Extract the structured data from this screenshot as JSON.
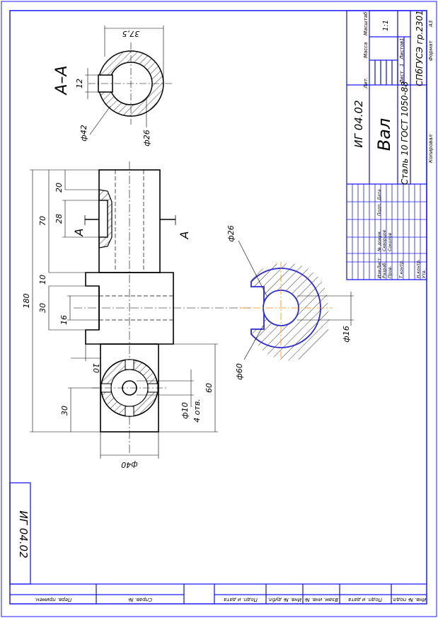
{
  "title_block": {
    "designation": "ИГ 04.02",
    "part_name": "Вал",
    "material": "Сталь 10 ГОСТ 1050-88",
    "organization": "СПбГУСЭ гр.2301",
    "col_lit": "Лит.",
    "col_mass": "Масса",
    "col_scale": "Масштаб",
    "scale_value": "1:1",
    "sheet_label": "Лист",
    "sheet_num": "1",
    "sheets_label": "Листов",
    "sheets_num": "1",
    "rows": [
      "Изм.",
      "Лист",
      "№ докум.",
      "Подп.",
      "Дата",
      "Разраб.",
      "Пров.",
      "Т.контр.",
      "Н.контр.",
      "Утв."
    ],
    "developer": "Скворцов",
    "checker": "Соколов",
    "copied": "Копировал",
    "format": "Формат",
    "format_value": "А3"
  },
  "side_stamp": {
    "designation": "ИГ 04.02",
    "labels": [
      "Перв. примен.",
      "Справ. №",
      "Подп. и дата",
      "Инв. № дубл.",
      "Взам. инв. №",
      "Подп. и дата",
      "Инв. № подл."
    ]
  },
  "section": {
    "label": "А–А",
    "cut_letter": "А",
    "dim_375": "37,5",
    "dim_12": "12",
    "dim_d42": "ф42",
    "dim_d26": "ф26"
  },
  "main_view": {
    "dim_180": "180",
    "dim_70": "70",
    "dim_20": "20",
    "dim_28": "28",
    "dim_10": "10",
    "dim_30": "30",
    "dim_16": "16",
    "dim_10b": "10",
    "dim_30b": "30",
    "dim_60": "60",
    "dim_d10": "ф10",
    "dim_holes": "4 отв.",
    "dim_d40": "ф40"
  },
  "end_section": {
    "dim_d26": "ф26",
    "dim_d60": "ф60",
    "dim_d16": "ф16"
  },
  "colors": {
    "frame": "#1a1aff",
    "ink": "#000000",
    "section_outline": "#2a2ad8",
    "axis": "#ff8800"
  }
}
